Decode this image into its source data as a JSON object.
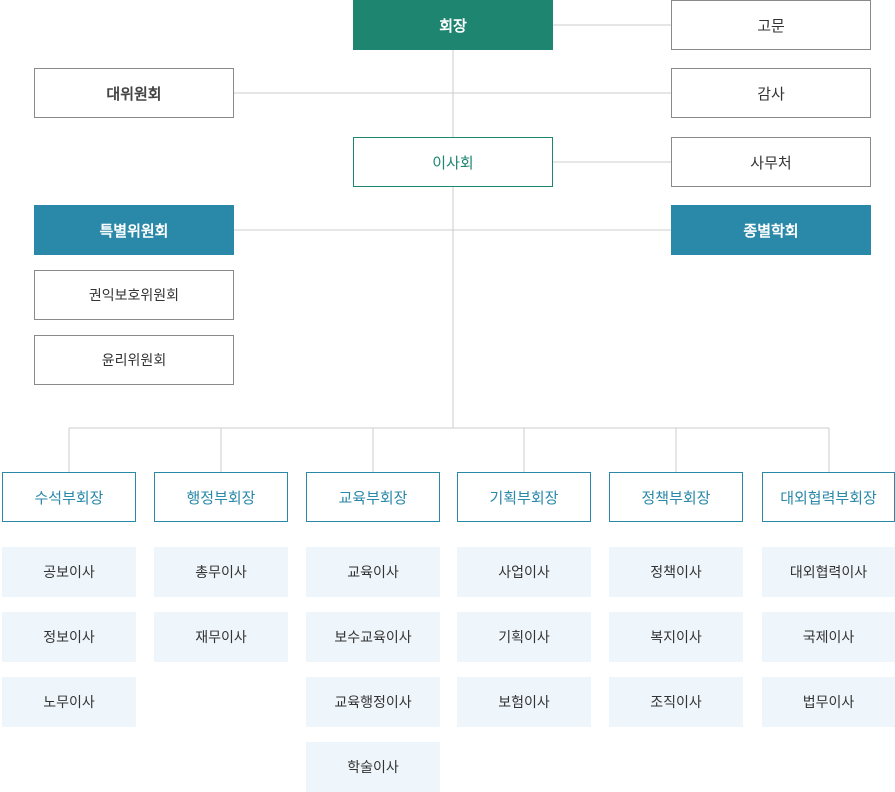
{
  "top": {
    "president": "회장",
    "advisor": "고문",
    "delegates": "대위원회",
    "auditor": "감사",
    "board": "이사회",
    "secretariat": "사무처",
    "special_committee": "특별위원회",
    "specialty_societies": "종별학회"
  },
  "committees": [
    "권익보호위원회",
    "윤리위원회"
  ],
  "divisions": [
    {
      "head": "수석부회장",
      "members": [
        "공보이사",
        "정보이사",
        "노무이사"
      ]
    },
    {
      "head": "행정부회장",
      "members": [
        "총무이사",
        "재무이사"
      ]
    },
    {
      "head": "교육부회장",
      "members": [
        "교육이사",
        "보수교육이사",
        "교육행정이사",
        "학술이사"
      ]
    },
    {
      "head": "기획부회장",
      "members": [
        "사업이사",
        "기획이사",
        "보험이사"
      ]
    },
    {
      "head": "정책부회장",
      "members": [
        "정책이사",
        "복지이사",
        "조직이사"
      ]
    },
    {
      "head": "대외협력부회장",
      "members": [
        "대외협력이사",
        "국제이사",
        "법무이사"
      ]
    }
  ],
  "colors": {
    "president_fill": "#1e8570",
    "board_border": "#1e8570",
    "special_fill": "#2a88a8",
    "division_border": "#2a88a8",
    "member_fill": "#eef6fb",
    "line": "#cccccc"
  }
}
